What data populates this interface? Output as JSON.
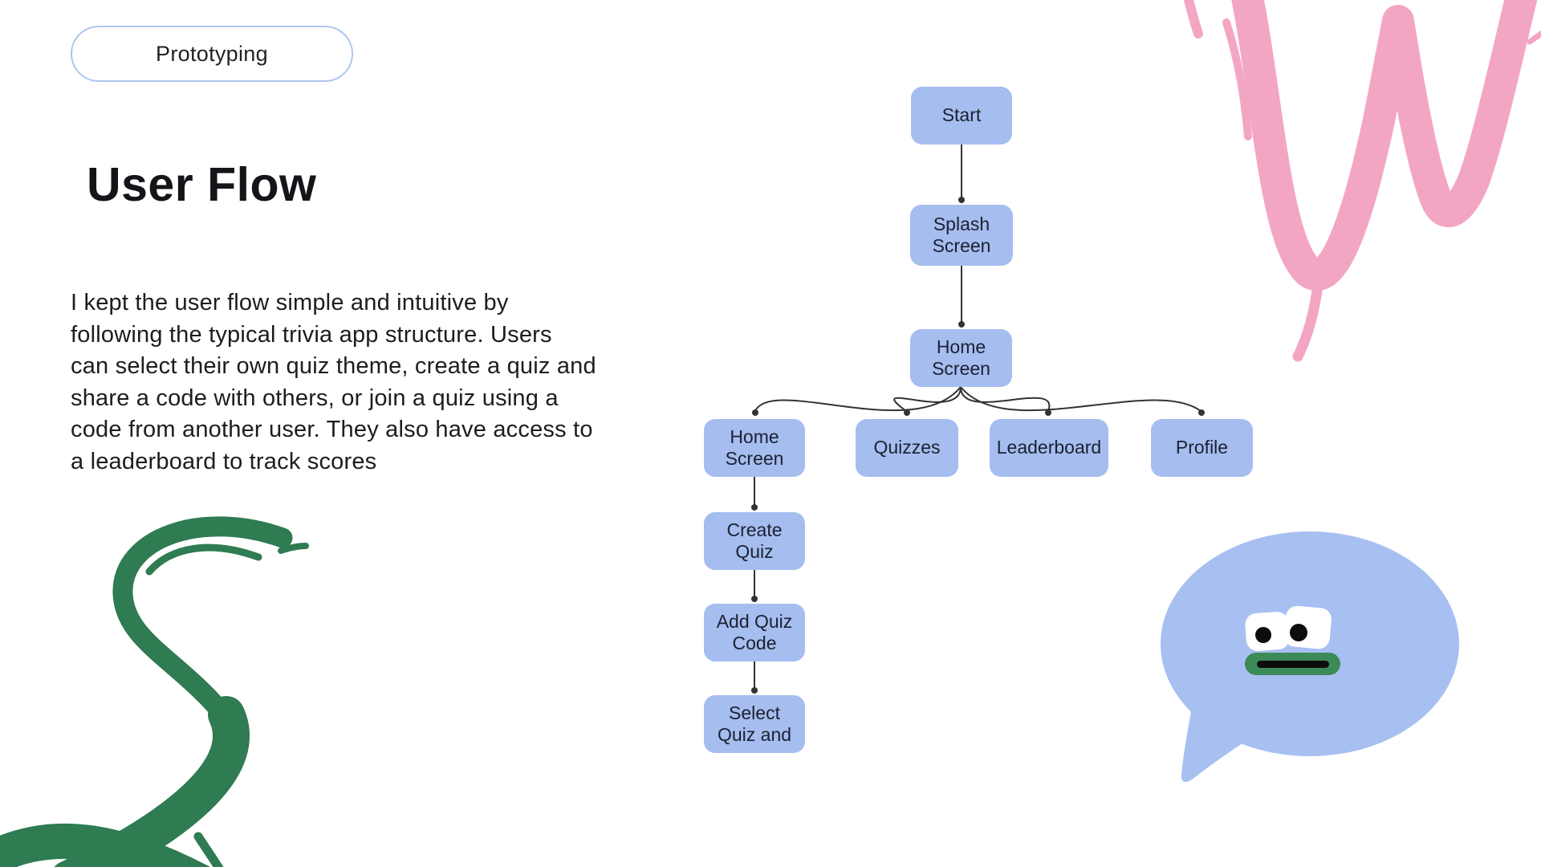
{
  "badge": {
    "label": "Prototyping"
  },
  "heading": {
    "title": "User Flow"
  },
  "description": {
    "text": "I kept the user flow simple and intuitive by\nfollowing the typical trivia app structure. Users\ncan select their own quiz theme, create a quiz and\nshare a code with others, or join a quiz using a\ncode from another user. They also have access to\na leaderboard to track scores"
  },
  "flowchart": {
    "nodes": [
      {
        "id": "start",
        "label": "Start"
      },
      {
        "id": "splash-screen",
        "label": "Splash\nScreen"
      },
      {
        "id": "home-screen",
        "label": "Home\nScreen"
      },
      {
        "id": "home-screen-2",
        "label": "Home\nScreen"
      },
      {
        "id": "quizzes",
        "label": "Quizzes"
      },
      {
        "id": "leaderboard",
        "label": "Leaderboard"
      },
      {
        "id": "profile",
        "label": "Profile"
      },
      {
        "id": "create-quiz",
        "label": "Create\nQuiz"
      },
      {
        "id": "add-quiz-code",
        "label": "Add Quiz\nCode"
      },
      {
        "id": "select-quiz",
        "label": "Select\nQuiz and"
      }
    ],
    "edges": [
      {
        "from": "start",
        "to": "splash-screen"
      },
      {
        "from": "splash-screen",
        "to": "home-screen"
      },
      {
        "from": "home-screen",
        "to": "home-screen-2"
      },
      {
        "from": "home-screen",
        "to": "quizzes"
      },
      {
        "from": "home-screen",
        "to": "leaderboard"
      },
      {
        "from": "home-screen",
        "to": "profile"
      },
      {
        "from": "home-screen-2",
        "to": "create-quiz"
      },
      {
        "from": "create-quiz",
        "to": "add-quiz-code"
      },
      {
        "from": "add-quiz-code",
        "to": "select-quiz"
      }
    ]
  },
  "decorations": {
    "top_right": "pink-squiggle",
    "bottom_left": "green-squiggle",
    "bottom_right": "speech-bubble-face"
  },
  "colors": {
    "node_fill": "#a5bdef",
    "node_text": "#1b2130",
    "connector": "#333333",
    "badge_border": "#aec6f0",
    "pink_accent": "#f3a6c3",
    "green_accent": "#2f7b52",
    "bubble_fill": "#a8bff2",
    "mouth_green": "#3c8a57",
    "background": "#ffffff"
  }
}
